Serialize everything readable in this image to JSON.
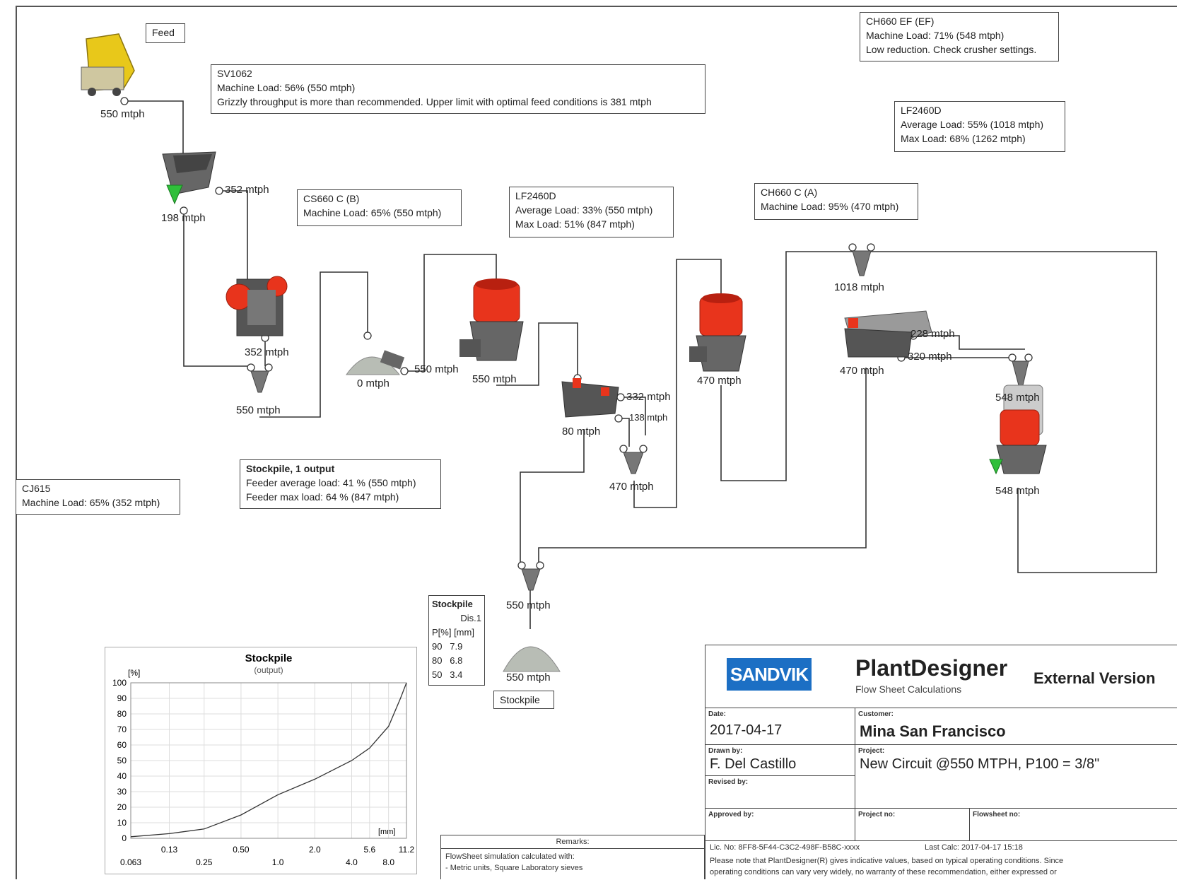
{
  "labels": {
    "feed_box": "Feed",
    "stockpile_box": "Stockpile"
  },
  "flows": {
    "feed": "550 mtph",
    "grizzly_over": "352 mtph",
    "grizzly_under": "198 mtph",
    "jaw_out": "352 mtph",
    "merge1": "550 mtph",
    "stockpile1": "0 mtph",
    "stockpile1_out": "550 mtph",
    "cs_out": "550 mtph",
    "screen1_over": "332 mtph",
    "screen1_mid": "138 mtph",
    "screen1_under": "80 mtph",
    "merge2": "470 mtph",
    "chc_out": "470 mtph",
    "split": "1018 mtph",
    "screen2_a": "228 mtph",
    "screen2_b": "320 mtph",
    "screen2_under": "470 mtph",
    "merge3": "548 mtph",
    "chef_out": "548 mtph",
    "final_merge": "550 mtph",
    "final_stock": "550 mtph"
  },
  "info_boxes": {
    "chef": {
      "title": "CH660 EF (EF)",
      "line1": "Machine Load: 71% (548 mtph)",
      "line2": "Low reduction. Check crusher settings."
    },
    "sv": {
      "title": "SV1062",
      "line1": "Machine Load: 56% (550 mtph)",
      "line2": "Grizzly throughput is more than recommended. Upper limit with optimal feed conditions is 381 mtph"
    },
    "lf_right": {
      "title": "LF2460D",
      "line1": "Average Load: 55% (1018 mtph)",
      "line2": "Max Load: 68% (1262 mtph)"
    },
    "cs": {
      "title": "CS660 C (B)",
      "line1": "Machine Load: 65% (550 mtph)"
    },
    "lf_mid": {
      "title": "LF2460D",
      "line1": "Average Load: 33% (550 mtph)",
      "line2": "Max Load: 51% (847 mtph)"
    },
    "chca": {
      "title": "CH660 C (A)",
      "line1": "Machine Load: 95% (470 mtph)"
    },
    "cj": {
      "title": "CJ615",
      "line1": "Machine Load: 65% (352 mtph)"
    },
    "stock1": {
      "title": "Stockpile, 1 output",
      "line1": "Feeder average load: 41 % (550 mtph)",
      "line2": "Feeder max load: 64 % (847 mtph)"
    }
  },
  "psd_table": {
    "title": "Stockpile",
    "sub": "Dis.1",
    "header": "P[%] [mm]",
    "rows": [
      "90   7.9",
      "80   6.8",
      "50   3.4"
    ]
  },
  "chart_data": {
    "type": "line",
    "title": "Stockpile",
    "subtitle": "(output)",
    "ylabel": "[%]",
    "xlabel": "[mm]",
    "x_scale": "log",
    "y_ticks": [
      "100",
      "90",
      "80",
      "70",
      "60",
      "50",
      "40",
      "30",
      "20",
      "10",
      "0"
    ],
    "x_ticks_top": [
      "0.13",
      "0.50",
      "2.0",
      "5.6",
      "11.2"
    ],
    "x_ticks_bottom": [
      "0.063",
      "0.25",
      "1.0",
      "4.0",
      "8.0"
    ],
    "xlim": [
      0.063,
      11.2
    ],
    "ylim": [
      0,
      100
    ],
    "grid": true,
    "series": [
      {
        "x": [
          0.063,
          0.13,
          0.25,
          0.5,
          1.0,
          2.0,
          4.0,
          5.6,
          8.0,
          10.0,
          11.2
        ],
        "y": [
          1,
          3,
          6,
          15,
          28,
          38,
          50,
          58,
          72,
          90,
          100
        ]
      }
    ]
  },
  "title_block": {
    "logo": "SANDVIK",
    "product": "PlantDesigner",
    "product_sub": "Flow Sheet Calculations",
    "version": "External Version",
    "date_cap": "Date:",
    "date": "2017-04-17",
    "customer_cap": "Customer:",
    "customer": "Mina San Francisco",
    "drawn_cap": "Drawn by:",
    "drawn": "F. Del Castillo",
    "project_cap": "Project:",
    "project": "New Circuit @550 MTPH, P100 = 3/8\"",
    "reviewed_cap": "Revised by:",
    "approved_cap": "Approved by:",
    "projno_cap": "Project no:",
    "flowno_cap": "Flowsheet no:",
    "lic": "Lic. No: 8FF8-5F44-C3C2-498F-B58C-xxxx",
    "lastcalc": "Last Calc: 2017-04-17 15:18",
    "disclaimer1": "Please note that PlantDesigner(R) gives indicative values, based on typical operating conditions. Since",
    "disclaimer2": "operating conditions can vary very widely, no warranty of these recommendation, either expressed or"
  },
  "remarks": {
    "title": "Remarks:",
    "line1": "FlowSheet simulation calculated with:",
    "line2": "- Metric units, Square Laboratory sieves"
  },
  "colors": {
    "crusher_red": "#e8341c",
    "machine_grey": "#555555",
    "feeder_yellow": "#e8c81a",
    "accent_green": "#2fbf3a",
    "sandvik_blue": "#1c6fc4"
  }
}
